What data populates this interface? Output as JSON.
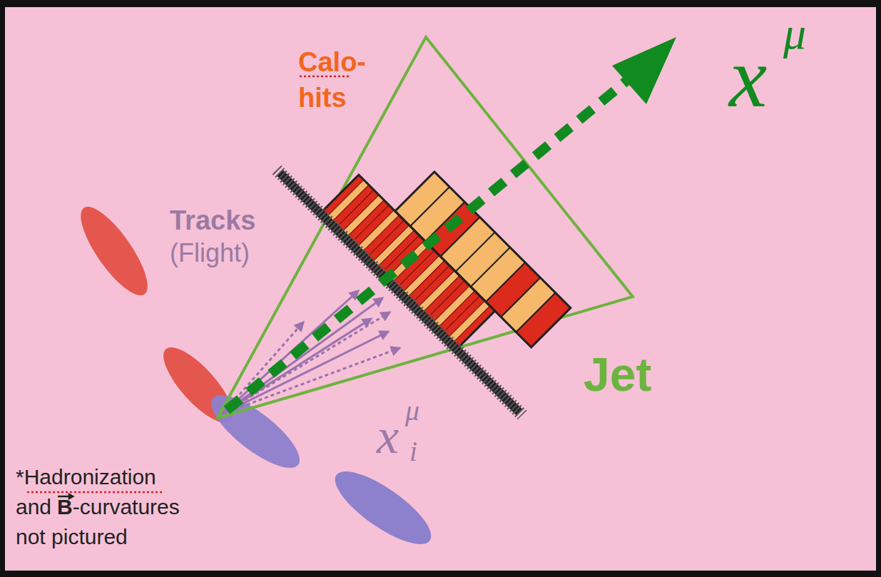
{
  "diagram": {
    "labels": [
      "Calo- hits",
      "Tracks",
      "(Flight)",
      "Jet",
      "x",
      "μ",
      "x",
      "μ",
      "i",
      "*Hadronization",
      "and",
      "B",
      "-curvatures",
      "not pictured"
    ]
  }
}
